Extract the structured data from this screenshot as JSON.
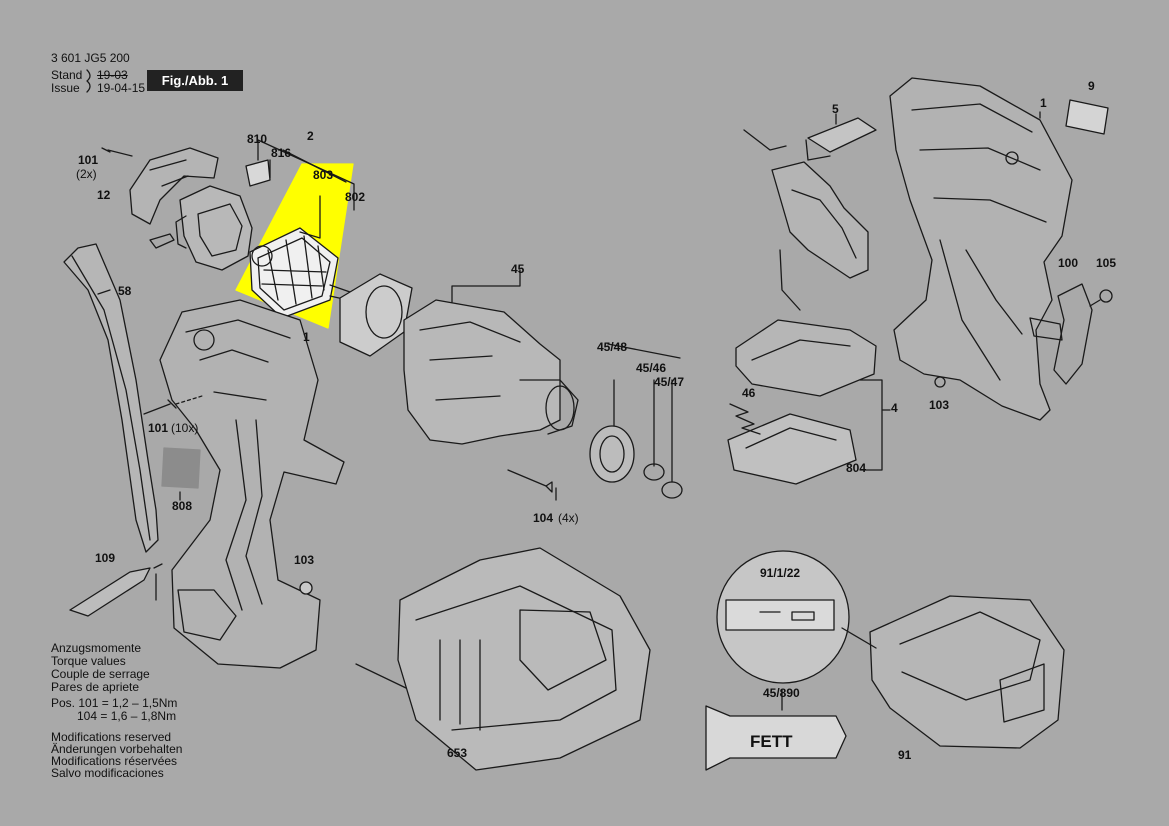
{
  "header": {
    "doc_number": "3 601 JG5 200",
    "stand_label": "Stand",
    "stand_value_struck": "19-03",
    "issue_label": "Issue",
    "issue_value": "19-04-15",
    "figure_tag": "Fig./Abb. 1"
  },
  "highlight_color": "#ffff00",
  "labels": {
    "p810": "810",
    "p2": "2",
    "p816": "816",
    "p803": "803",
    "p802": "802",
    "p101a": "101",
    "p101a_sub": "(2x)",
    "p12": "12",
    "p58": "58",
    "p1a": "1",
    "p101b": "101",
    "p101b_sub": "(10x)",
    "p808": "808",
    "p109": "109",
    "p103a": "103",
    "p45": "45",
    "p45_48": "45/48",
    "p45_46": "45/46",
    "p45_47": "45/47",
    "p104": "104",
    "p104_sub": "(4x)",
    "p5": "5",
    "p1b": "1",
    "p9": "9",
    "p100": "100",
    "p105": "105",
    "p103b": "103",
    "p46": "46",
    "p4": "4",
    "p804": "804",
    "p91_1_22": "91/1/22",
    "p45_890": "45/890",
    "p653": "653",
    "p91": "91"
  },
  "torque": {
    "lines": [
      "Anzugsmomente",
      "Torque values",
      "Couple de serrage",
      "Pares de apriete"
    ],
    "pos101": "Pos. 101 = 1,2 – 1,5Nm",
    "pos104": "104 = 1,6 – 1,8Nm"
  },
  "notes": [
    "Modifications reserved",
    "Änderungen vorbehalten",
    "Modifications réservées",
    "Salvo modificaciones"
  ],
  "fett_label": "FETT"
}
